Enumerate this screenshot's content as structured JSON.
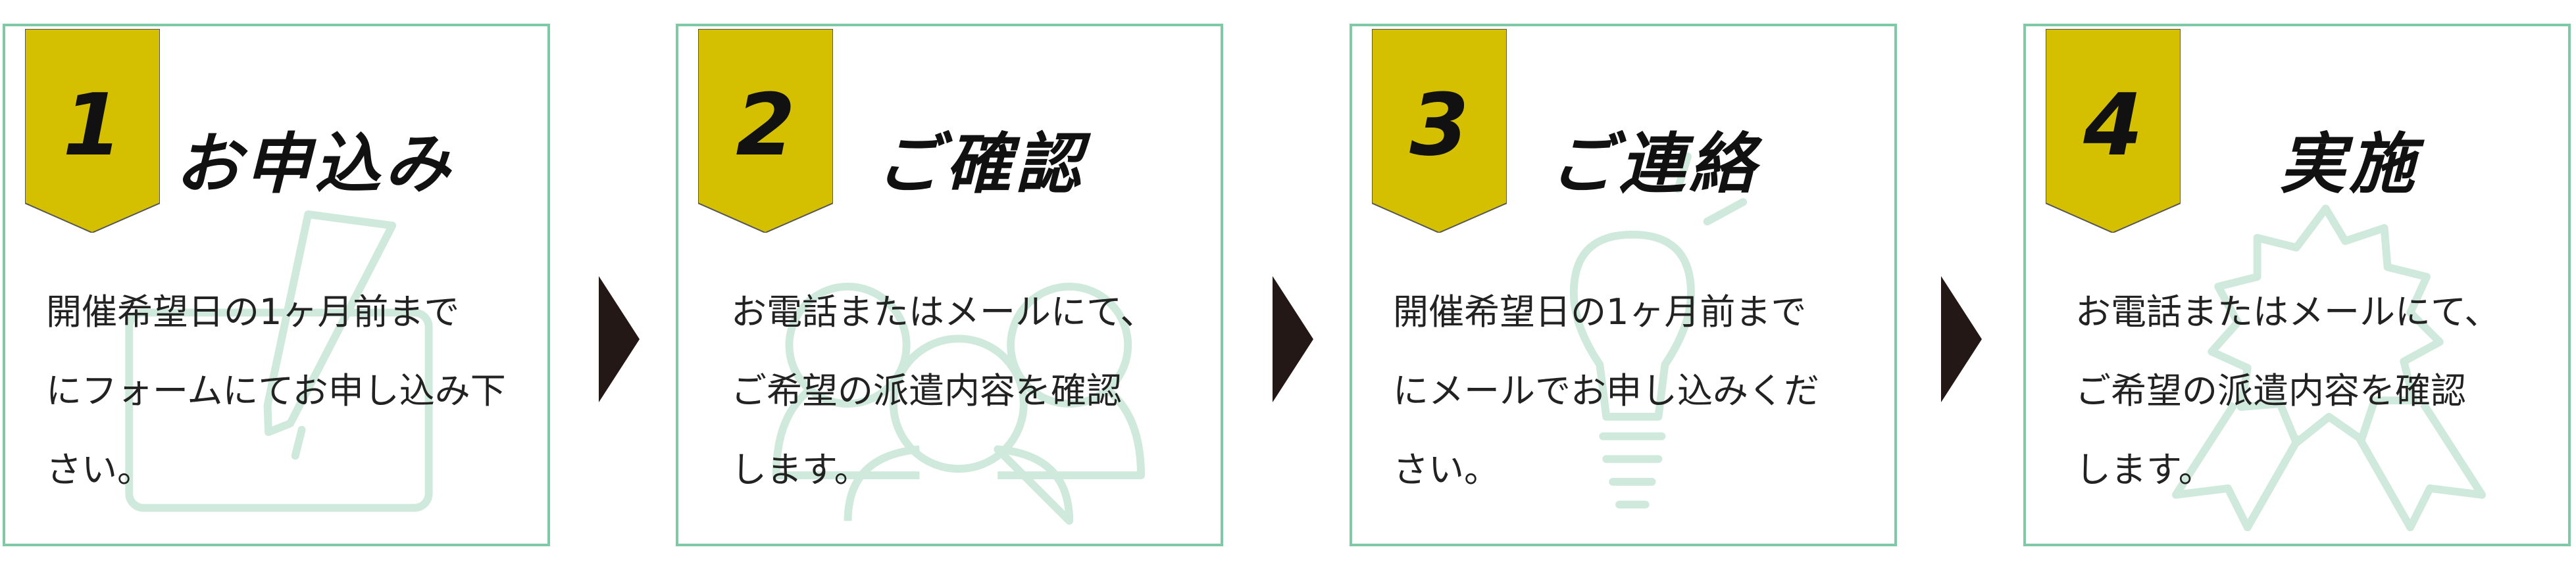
{
  "colors": {
    "border": "#7fc9a6",
    "ribbon": "#d4bf00",
    "icon": "#cfe9dc",
    "arrow": "#231815",
    "text": "#222222"
  },
  "steps": [
    {
      "number": "1",
      "title": "お申込み",
      "desc": "開催希望日の1ヶ月前まで\nにフォームにてお申し込み下\nさい。",
      "icon": "pencil-tablet-icon"
    },
    {
      "number": "2",
      "title": "ご確認",
      "desc": "お電話またはメールにて、\nご希望の派遣内容を確認\nします。",
      "icon": "people-group-icon"
    },
    {
      "number": "3",
      "title": "ご連絡",
      "desc": "開催希望日の1ヶ月前まで\nにメールでお申し込みくだ\nさい。",
      "icon": "light-bulb-icon"
    },
    {
      "number": "4",
      "title": "実施",
      "desc": "お電話またはメールにて、\nご希望の派遣内容を確認\nします。",
      "icon": "award-badge-icon"
    }
  ]
}
